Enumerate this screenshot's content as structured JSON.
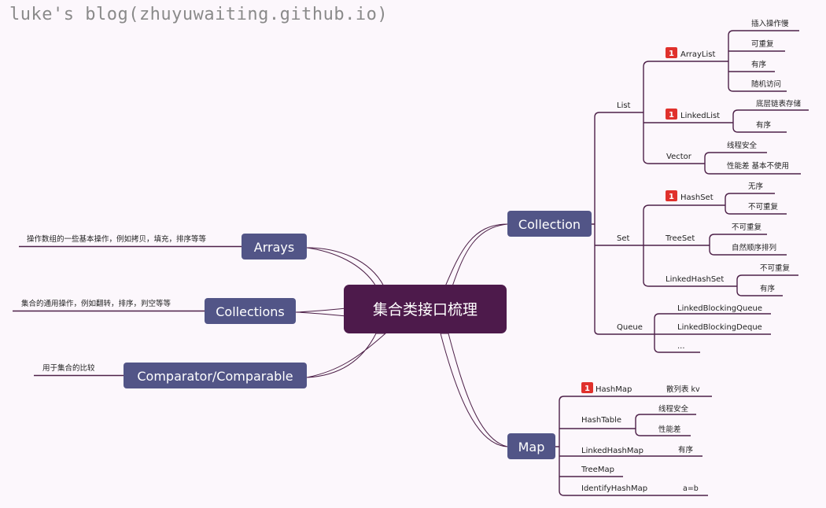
{
  "watermark": "luke's blog(zhuyuwaiting.github.io)",
  "colors": {
    "background": "#fcf7fc",
    "root": "#4d1a4b",
    "branch": "#525587",
    "line": "#4d2048",
    "priority_flag": "#e0312c"
  },
  "root": "集合类接口梳理",
  "left": {
    "arrays": {
      "label": "Arrays",
      "note": "操作数组的一些基本操作，例如拷贝，填充，排序等等"
    },
    "collections": {
      "label": "Collections",
      "note": "集合的通用操作，例如翻转，排序，判空等等"
    },
    "comparator": {
      "label": "Comparator/Comparable",
      "note": "用于集合的比较"
    }
  },
  "collection": {
    "label": "Collection",
    "list": {
      "label": "List",
      "arraylist": {
        "label": "ArrayList",
        "priority": "1",
        "children": [
          "插入操作慢",
          "可重复",
          "有序",
          "随机访问"
        ]
      },
      "linkedlist": {
        "label": "LinkedList",
        "priority": "1",
        "children": [
          "底层链表存储",
          "有序"
        ]
      },
      "vector": {
        "label": "Vector",
        "children": [
          "线程安全",
          "性能差 基本不使用"
        ]
      }
    },
    "set": {
      "label": "Set",
      "hashset": {
        "label": "HashSet",
        "priority": "1",
        "children": [
          "无序",
          "不可重复"
        ]
      },
      "treeset": {
        "label": "TreeSet",
        "children": [
          "不可重复",
          "自然顺序排列"
        ]
      },
      "linkedhashset": {
        "label": "LinkedHashSet",
        "children": [
          "不可重复",
          "有序"
        ]
      }
    },
    "queue": {
      "label": "Queue",
      "children": [
        "LinkedBlockingQueue",
        "LinkedBlockingDeque",
        "..."
      ]
    }
  },
  "map": {
    "label": "Map",
    "hashmap": {
      "label": "HashMap",
      "priority": "1",
      "children": [
        "散列表 kv"
      ]
    },
    "hashtable": {
      "label": "HashTable",
      "children": [
        "线程安全",
        "性能差"
      ]
    },
    "linkedhashmap": {
      "label": "LinkedHashMap",
      "children": [
        "有序"
      ]
    },
    "treemap": {
      "label": "TreeMap"
    },
    "identityhashmap": {
      "label": "IdentifyHashMap",
      "children": [
        "a=b"
      ]
    }
  }
}
